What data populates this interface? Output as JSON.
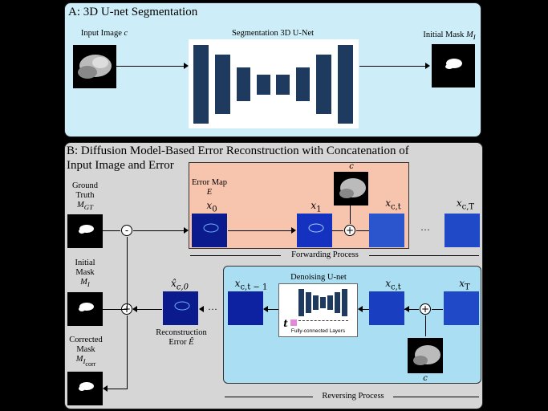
{
  "panel_a": {
    "title": "A: 3D U-net Segmentation",
    "input_label": "Input Image",
    "input_var": "c",
    "network_label": "Segmentation 3D U-Net",
    "output_label": "Initial Mask",
    "output_var": "M",
    "output_sub": "I"
  },
  "panel_b": {
    "title_line1": "B: Diffusion Model-Based Error Reconstruction with Concatenation of",
    "title_line2": "Input Image and Error",
    "gt_label1": "Ground",
    "gt_label2": "Truth",
    "gt_var": "M",
    "gt_sub": "GT",
    "init_label1": "Initial",
    "init_label2": "Mask",
    "init_var": "M",
    "init_sub": "I",
    "corr_label1": "Corrected",
    "corr_label2": "Mask",
    "corr_var": "M",
    "corr_sub": "I",
    "corr_subsub": "corr",
    "minus": "-",
    "plus": "+",
    "error_map_label": "Error Map",
    "error_var": "E",
    "x0": "x",
    "x0_sub": "0",
    "x1": "x",
    "x1_sub": "1",
    "xct": "x",
    "xct_sub": "c,t",
    "xcT": "x",
    "xcT_sub": "c,T",
    "c_top": "c",
    "dots": "···",
    "forward_label": "Forwarding Process",
    "xhat_var": "x̂",
    "xhat_sub": "c,0",
    "recon_label1": "Reconstruction",
    "recon_label2": "Error",
    "recon_var": "Ê",
    "xct1": "x",
    "xct1_sub": "c,t − 1",
    "denoise_label": "Denoising U-net",
    "fc_label": "Fully-connected Layers",
    "t_var": "t",
    "xct_rev": "x",
    "xct_rev_sub": "c,t",
    "xT": "x",
    "xT_sub": "T",
    "c_bottom": "c",
    "reverse_label": "Reversing Process"
  },
  "colors": {
    "panel_a_bg": "#cdeef8",
    "panel_b_bg": "#d6d6d6",
    "forward_bg": "#f7c4ae",
    "reverse_bg": "#a9def3",
    "unet_bar": "#1f3a5f",
    "noise": "#0a2fa8"
  }
}
